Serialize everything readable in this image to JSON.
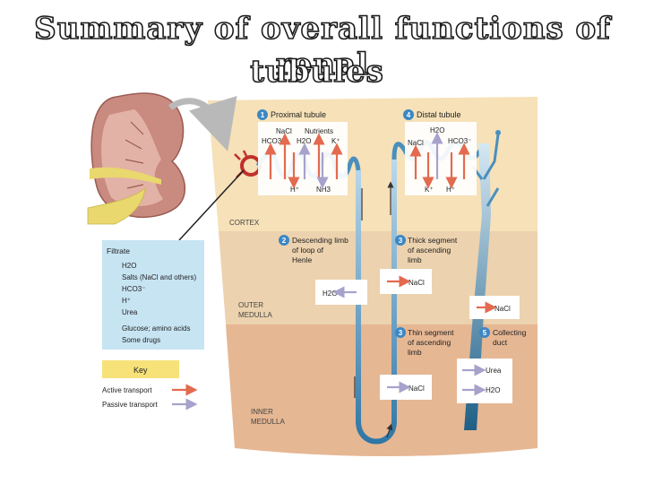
{
  "title": {
    "line1": "Summary of overall functions of renal",
    "line2": "tubules"
  },
  "zones": {
    "cortex": "CORTEX",
    "outer": [
      "OUTER",
      "MEDULLA"
    ],
    "inner": [
      "INNER",
      "MEDULLA"
    ]
  },
  "segments": {
    "s1": {
      "num": "1",
      "label": "Proximal tubule"
    },
    "s2": {
      "num": "2",
      "lines": [
        "Descending limb",
        "of loop of",
        "Henle"
      ]
    },
    "s3": {
      "num": "3",
      "lines": [
        "Thick segment",
        "of ascending",
        "limb"
      ]
    },
    "s3b": {
      "num": "3",
      "lines": [
        "Thin segment",
        "of ascending",
        "limb"
      ]
    },
    "s4": {
      "num": "4",
      "label": "Distal tubule"
    },
    "s5": {
      "num": "5",
      "lines": [
        "Collecting",
        "duct"
      ]
    }
  },
  "proximal": {
    "top": [
      "NaCl",
      "Nutrients",
      "HCO3⁻",
      "H2O",
      "K⁺"
    ],
    "bottom": [
      "H⁺",
      "NH3"
    ]
  },
  "distal": {
    "top": [
      "H2O",
      "NaCl",
      "HCO3⁻"
    ],
    "bottom": [
      "K⁺",
      "H⁺"
    ]
  },
  "boxes": {
    "h2o_desc": "H2O",
    "nacl_thick": "NaCl",
    "nacl_cd": "NaCl",
    "nacl_thin": "NaCl",
    "urea": "Urea",
    "h2o_cd": "H2O"
  },
  "filtrate": {
    "heading": "Filtrate",
    "items": [
      "H2O",
      "Salts (NaCl and others)",
      "HCO3⁻",
      "H⁺",
      "Urea",
      "Glucose; amino acids",
      "Some drugs"
    ]
  },
  "key": {
    "heading": "Key",
    "active": "Active transport",
    "passive": "Passive transport"
  },
  "colors": {
    "cortex": "#f6e1b8",
    "outer": "#ecd2ae",
    "inner": "#e6b793",
    "active": "#e36a4f",
    "passive": "#a7a2cc",
    "tubule": "#4a8fbd",
    "filtrate_bg": "#c7e4f3",
    "key_bg": "#f7e27a"
  }
}
